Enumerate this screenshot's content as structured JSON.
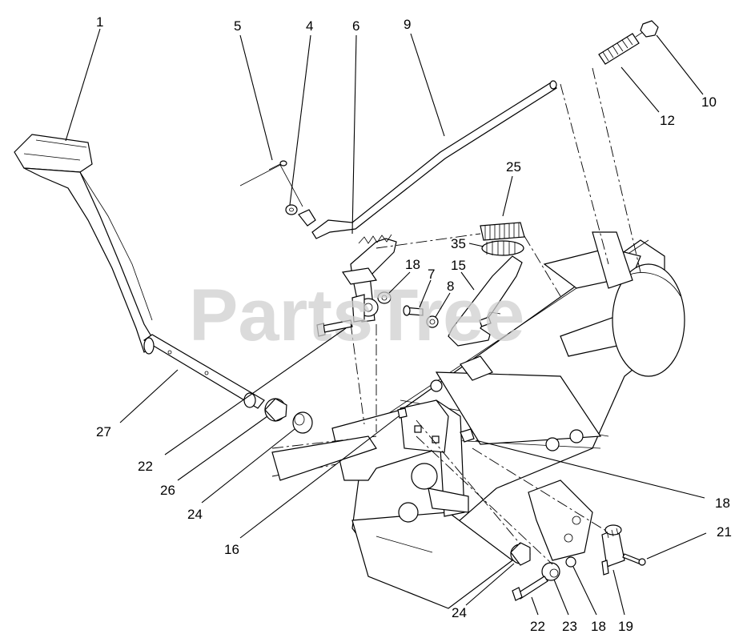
{
  "watermark": "PartsTree",
  "callouts": [
    {
      "id": "c1",
      "label": "1"
    },
    {
      "id": "c5",
      "label": "5"
    },
    {
      "id": "c4",
      "label": "4"
    },
    {
      "id": "c6",
      "label": "6"
    },
    {
      "id": "c9",
      "label": "9"
    },
    {
      "id": "c10",
      "label": "10"
    },
    {
      "id": "c12",
      "label": "12"
    },
    {
      "id": "c25",
      "label": "25"
    },
    {
      "id": "c35",
      "label": "35"
    },
    {
      "id": "c15",
      "label": "15"
    },
    {
      "id": "c18a",
      "label": "18"
    },
    {
      "id": "c7",
      "label": "7"
    },
    {
      "id": "c8",
      "label": "8"
    },
    {
      "id": "c27",
      "label": "27"
    },
    {
      "id": "c22a",
      "label": "22"
    },
    {
      "id": "c26",
      "label": "26"
    },
    {
      "id": "c24a",
      "label": "24"
    },
    {
      "id": "c16",
      "label": "16"
    },
    {
      "id": "c18b",
      "label": "18"
    },
    {
      "id": "c21",
      "label": "21"
    },
    {
      "id": "c24b",
      "label": "24"
    },
    {
      "id": "c22b",
      "label": "22"
    },
    {
      "id": "c23",
      "label": "23"
    },
    {
      "id": "c18c",
      "label": "18"
    },
    {
      "id": "c19",
      "label": "19"
    }
  ]
}
